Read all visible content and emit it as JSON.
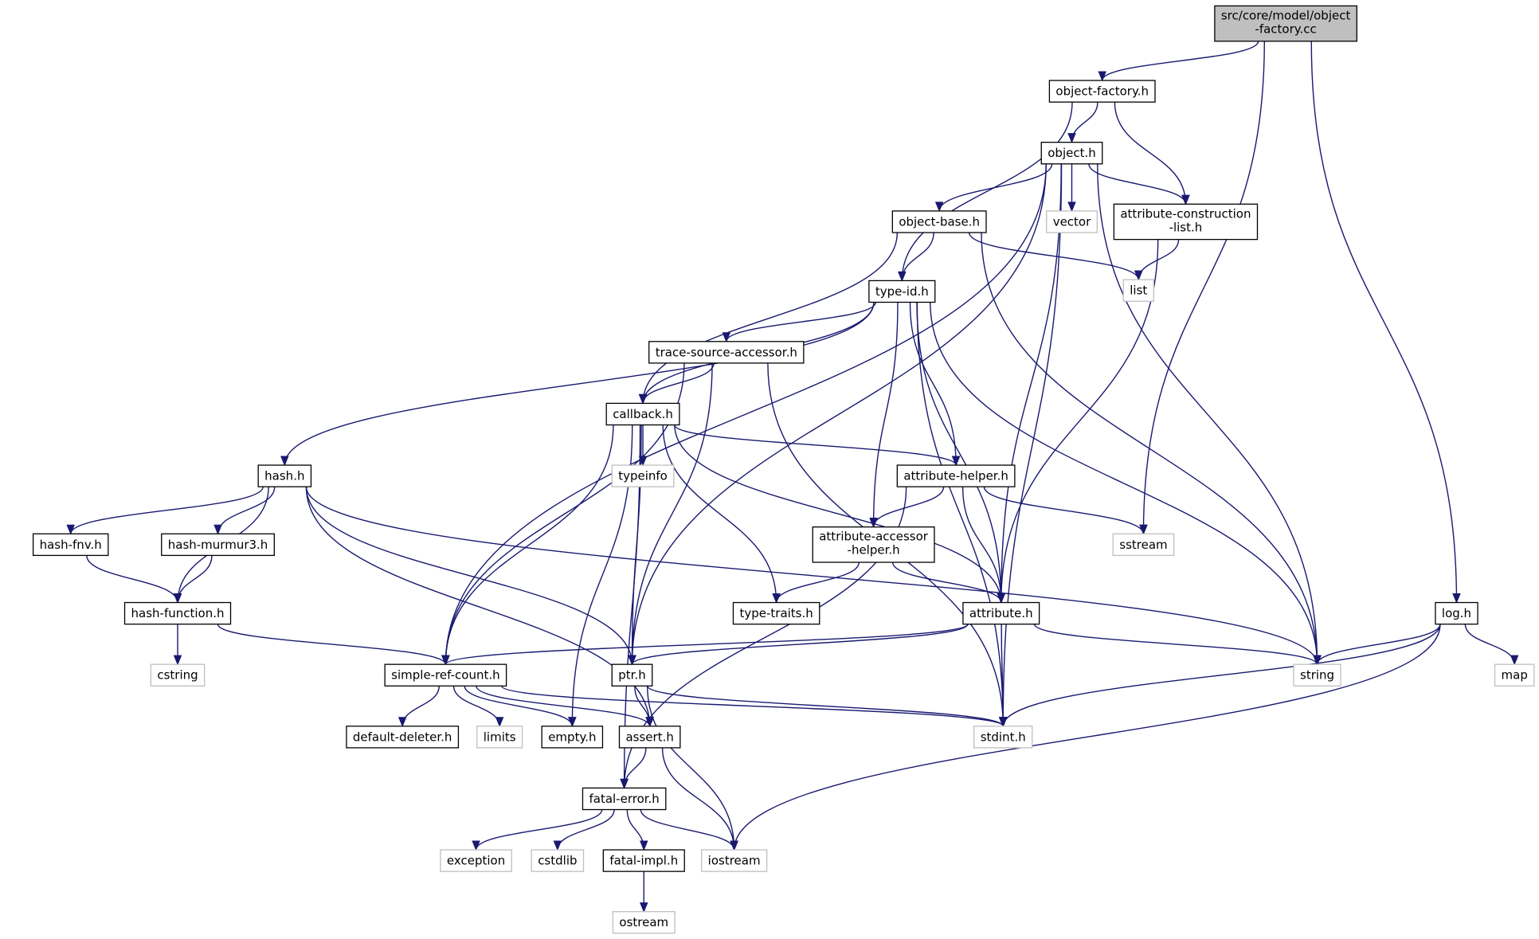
{
  "nodes": [
    {
      "id": "root",
      "lines": [
        "src/core/model/object",
        "-factory.cc"
      ],
      "kind": "root"
    },
    {
      "id": "object-factory-h",
      "lines": [
        "object-factory.h"
      ],
      "kind": "local"
    },
    {
      "id": "object-h",
      "lines": [
        "object.h"
      ],
      "kind": "local"
    },
    {
      "id": "object-base-h",
      "lines": [
        "object-base.h"
      ],
      "kind": "local"
    },
    {
      "id": "vector",
      "lines": [
        "vector"
      ],
      "kind": "system"
    },
    {
      "id": "attribute-construction-list-h",
      "lines": [
        "attribute-construction",
        "-list.h"
      ],
      "kind": "local"
    },
    {
      "id": "list",
      "lines": [
        "list"
      ],
      "kind": "system"
    },
    {
      "id": "type-id-h",
      "lines": [
        "type-id.h"
      ],
      "kind": "local"
    },
    {
      "id": "trace-source-accessor-h",
      "lines": [
        "trace-source-accessor.h"
      ],
      "kind": "local"
    },
    {
      "id": "callback-h",
      "lines": [
        "callback.h"
      ],
      "kind": "local"
    },
    {
      "id": "typeinfo",
      "lines": [
        "typeinfo"
      ],
      "kind": "system"
    },
    {
      "id": "hash-h",
      "lines": [
        "hash.h"
      ],
      "kind": "local"
    },
    {
      "id": "attribute-helper-h",
      "lines": [
        "attribute-helper.h"
      ],
      "kind": "local"
    },
    {
      "id": "sstream",
      "lines": [
        "sstream"
      ],
      "kind": "system"
    },
    {
      "id": "hash-fnv-h",
      "lines": [
        "hash-fnv.h"
      ],
      "kind": "local"
    },
    {
      "id": "hash-murmur3-h",
      "lines": [
        "hash-murmur3.h"
      ],
      "kind": "local"
    },
    {
      "id": "attribute-accessor-helper-h",
      "lines": [
        "attribute-accessor",
        "-helper.h"
      ],
      "kind": "local"
    },
    {
      "id": "hash-function-h",
      "lines": [
        "hash-function.h"
      ],
      "kind": "local"
    },
    {
      "id": "type-traits-h",
      "lines": [
        "type-traits.h"
      ],
      "kind": "local"
    },
    {
      "id": "attribute-h",
      "lines": [
        "attribute.h"
      ],
      "kind": "local"
    },
    {
      "id": "log-h",
      "lines": [
        "log.h"
      ],
      "kind": "local"
    },
    {
      "id": "cstring",
      "lines": [
        "cstring"
      ],
      "kind": "system"
    },
    {
      "id": "simple-ref-count-h",
      "lines": [
        "simple-ref-count.h"
      ],
      "kind": "local"
    },
    {
      "id": "ptr-h",
      "lines": [
        "ptr.h"
      ],
      "kind": "local"
    },
    {
      "id": "string",
      "lines": [
        "string"
      ],
      "kind": "system"
    },
    {
      "id": "map",
      "lines": [
        "map"
      ],
      "kind": "system"
    },
    {
      "id": "default-deleter-h",
      "lines": [
        "default-deleter.h"
      ],
      "kind": "local"
    },
    {
      "id": "limits",
      "lines": [
        "limits"
      ],
      "kind": "system"
    },
    {
      "id": "empty-h",
      "lines": [
        "empty.h"
      ],
      "kind": "local"
    },
    {
      "id": "assert-h",
      "lines": [
        "assert.h"
      ],
      "kind": "local"
    },
    {
      "id": "stdint-h",
      "lines": [
        "stdint.h"
      ],
      "kind": "system"
    },
    {
      "id": "fatal-error-h",
      "lines": [
        "fatal-error.h"
      ],
      "kind": "local"
    },
    {
      "id": "exception",
      "lines": [
        "exception"
      ],
      "kind": "system"
    },
    {
      "id": "cstdlib",
      "lines": [
        "cstdlib"
      ],
      "kind": "system"
    },
    {
      "id": "fatal-impl-h",
      "lines": [
        "fatal-impl.h"
      ],
      "kind": "local"
    },
    {
      "id": "iostream",
      "lines": [
        "iostream"
      ],
      "kind": "system"
    },
    {
      "id": "ostream",
      "lines": [
        "ostream"
      ],
      "kind": "system"
    }
  ],
  "edges": [
    [
      "root",
      "object-factory-h"
    ],
    [
      "root",
      "sstream"
    ],
    [
      "root",
      "log-h"
    ],
    [
      "object-factory-h",
      "object-h"
    ],
    [
      "object-factory-h",
      "attribute-construction-list-h"
    ],
    [
      "object-factory-h",
      "type-id-h"
    ],
    [
      "object-h",
      "object-base-h"
    ],
    [
      "object-h",
      "vector"
    ],
    [
      "object-h",
      "attribute-construction-list-h"
    ],
    [
      "object-h",
      "attribute-h"
    ],
    [
      "object-h",
      "string"
    ],
    [
      "object-h",
      "stdint-h"
    ],
    [
      "object-h",
      "ptr-h"
    ],
    [
      "object-h",
      "simple-ref-count-h"
    ],
    [
      "attribute-construction-list-h",
      "list"
    ],
    [
      "attribute-construction-list-h",
      "attribute-h"
    ],
    [
      "object-base-h",
      "type-id-h"
    ],
    [
      "object-base-h",
      "list"
    ],
    [
      "object-base-h",
      "string"
    ],
    [
      "object-base-h",
      "callback-h"
    ],
    [
      "type-id-h",
      "trace-source-accessor-h"
    ],
    [
      "type-id-h",
      "callback-h"
    ],
    [
      "type-id-h",
      "hash-h"
    ],
    [
      "type-id-h",
      "attribute-accessor-helper-h"
    ],
    [
      "type-id-h",
      "attribute-helper-h"
    ],
    [
      "type-id-h",
      "attribute-h"
    ],
    [
      "type-id-h",
      "stdint-h"
    ],
    [
      "type-id-h",
      "string"
    ],
    [
      "trace-source-accessor-h",
      "callback-h"
    ],
    [
      "trace-source-accessor-h",
      "ptr-h"
    ],
    [
      "trace-source-accessor-h",
      "simple-ref-count-h"
    ],
    [
      "trace-source-accessor-h",
      "stdint-h"
    ],
    [
      "callback-h",
      "typeinfo"
    ],
    [
      "callback-h",
      "attribute-helper-h"
    ],
    [
      "callback-h",
      "type-traits-h"
    ],
    [
      "callback-h",
      "attribute-h"
    ],
    [
      "callback-h",
      "ptr-h"
    ],
    [
      "callback-h",
      "simple-ref-count-h"
    ],
    [
      "callback-h",
      "empty-h"
    ],
    [
      "callback-h",
      "fatal-error-h"
    ],
    [
      "attribute-helper-h",
      "attribute-accessor-helper-h"
    ],
    [
      "attribute-helper-h",
      "sstream"
    ],
    [
      "attribute-helper-h",
      "attribute-h"
    ],
    [
      "attribute-helper-h",
      "fatal-error-h"
    ],
    [
      "attribute-accessor-helper-h",
      "type-traits-h"
    ],
    [
      "attribute-accessor-helper-h",
      "attribute-h"
    ],
    [
      "hash-h",
      "hash-fnv-h"
    ],
    [
      "hash-h",
      "hash-murmur3-h"
    ],
    [
      "hash-h",
      "hash-function-h"
    ],
    [
      "hash-h",
      "ptr-h"
    ],
    [
      "hash-h",
      "assert-h"
    ],
    [
      "hash-h",
      "string"
    ],
    [
      "hash-fnv-h",
      "hash-function-h"
    ],
    [
      "hash-murmur3-h",
      "hash-function-h"
    ],
    [
      "hash-function-h",
      "cstring"
    ],
    [
      "hash-function-h",
      "simple-ref-count-h"
    ],
    [
      "attribute-h",
      "simple-ref-count-h"
    ],
    [
      "attribute-h",
      "ptr-h"
    ],
    [
      "attribute-h",
      "string"
    ],
    [
      "attribute-h",
      "stdint-h"
    ],
    [
      "log-h",
      "string"
    ],
    [
      "log-h",
      "map"
    ],
    [
      "log-h",
      "stdint-h"
    ],
    [
      "log-h",
      "iostream"
    ],
    [
      "simple-ref-count-h",
      "default-deleter-h"
    ],
    [
      "simple-ref-count-h",
      "limits"
    ],
    [
      "simple-ref-count-h",
      "empty-h"
    ],
    [
      "simple-ref-count-h",
      "assert-h"
    ],
    [
      "simple-ref-count-h",
      "stdint-h"
    ],
    [
      "ptr-h",
      "assert-h"
    ],
    [
      "ptr-h",
      "stdint-h"
    ],
    [
      "ptr-h",
      "iostream"
    ],
    [
      "assert-h",
      "fatal-error-h"
    ],
    [
      "assert-h",
      "iostream"
    ],
    [
      "fatal-error-h",
      "exception"
    ],
    [
      "fatal-error-h",
      "cstdlib"
    ],
    [
      "fatal-error-h",
      "fatal-impl-h"
    ],
    [
      "fatal-error-h",
      "iostream"
    ],
    [
      "fatal-impl-h",
      "ostream"
    ]
  ]
}
